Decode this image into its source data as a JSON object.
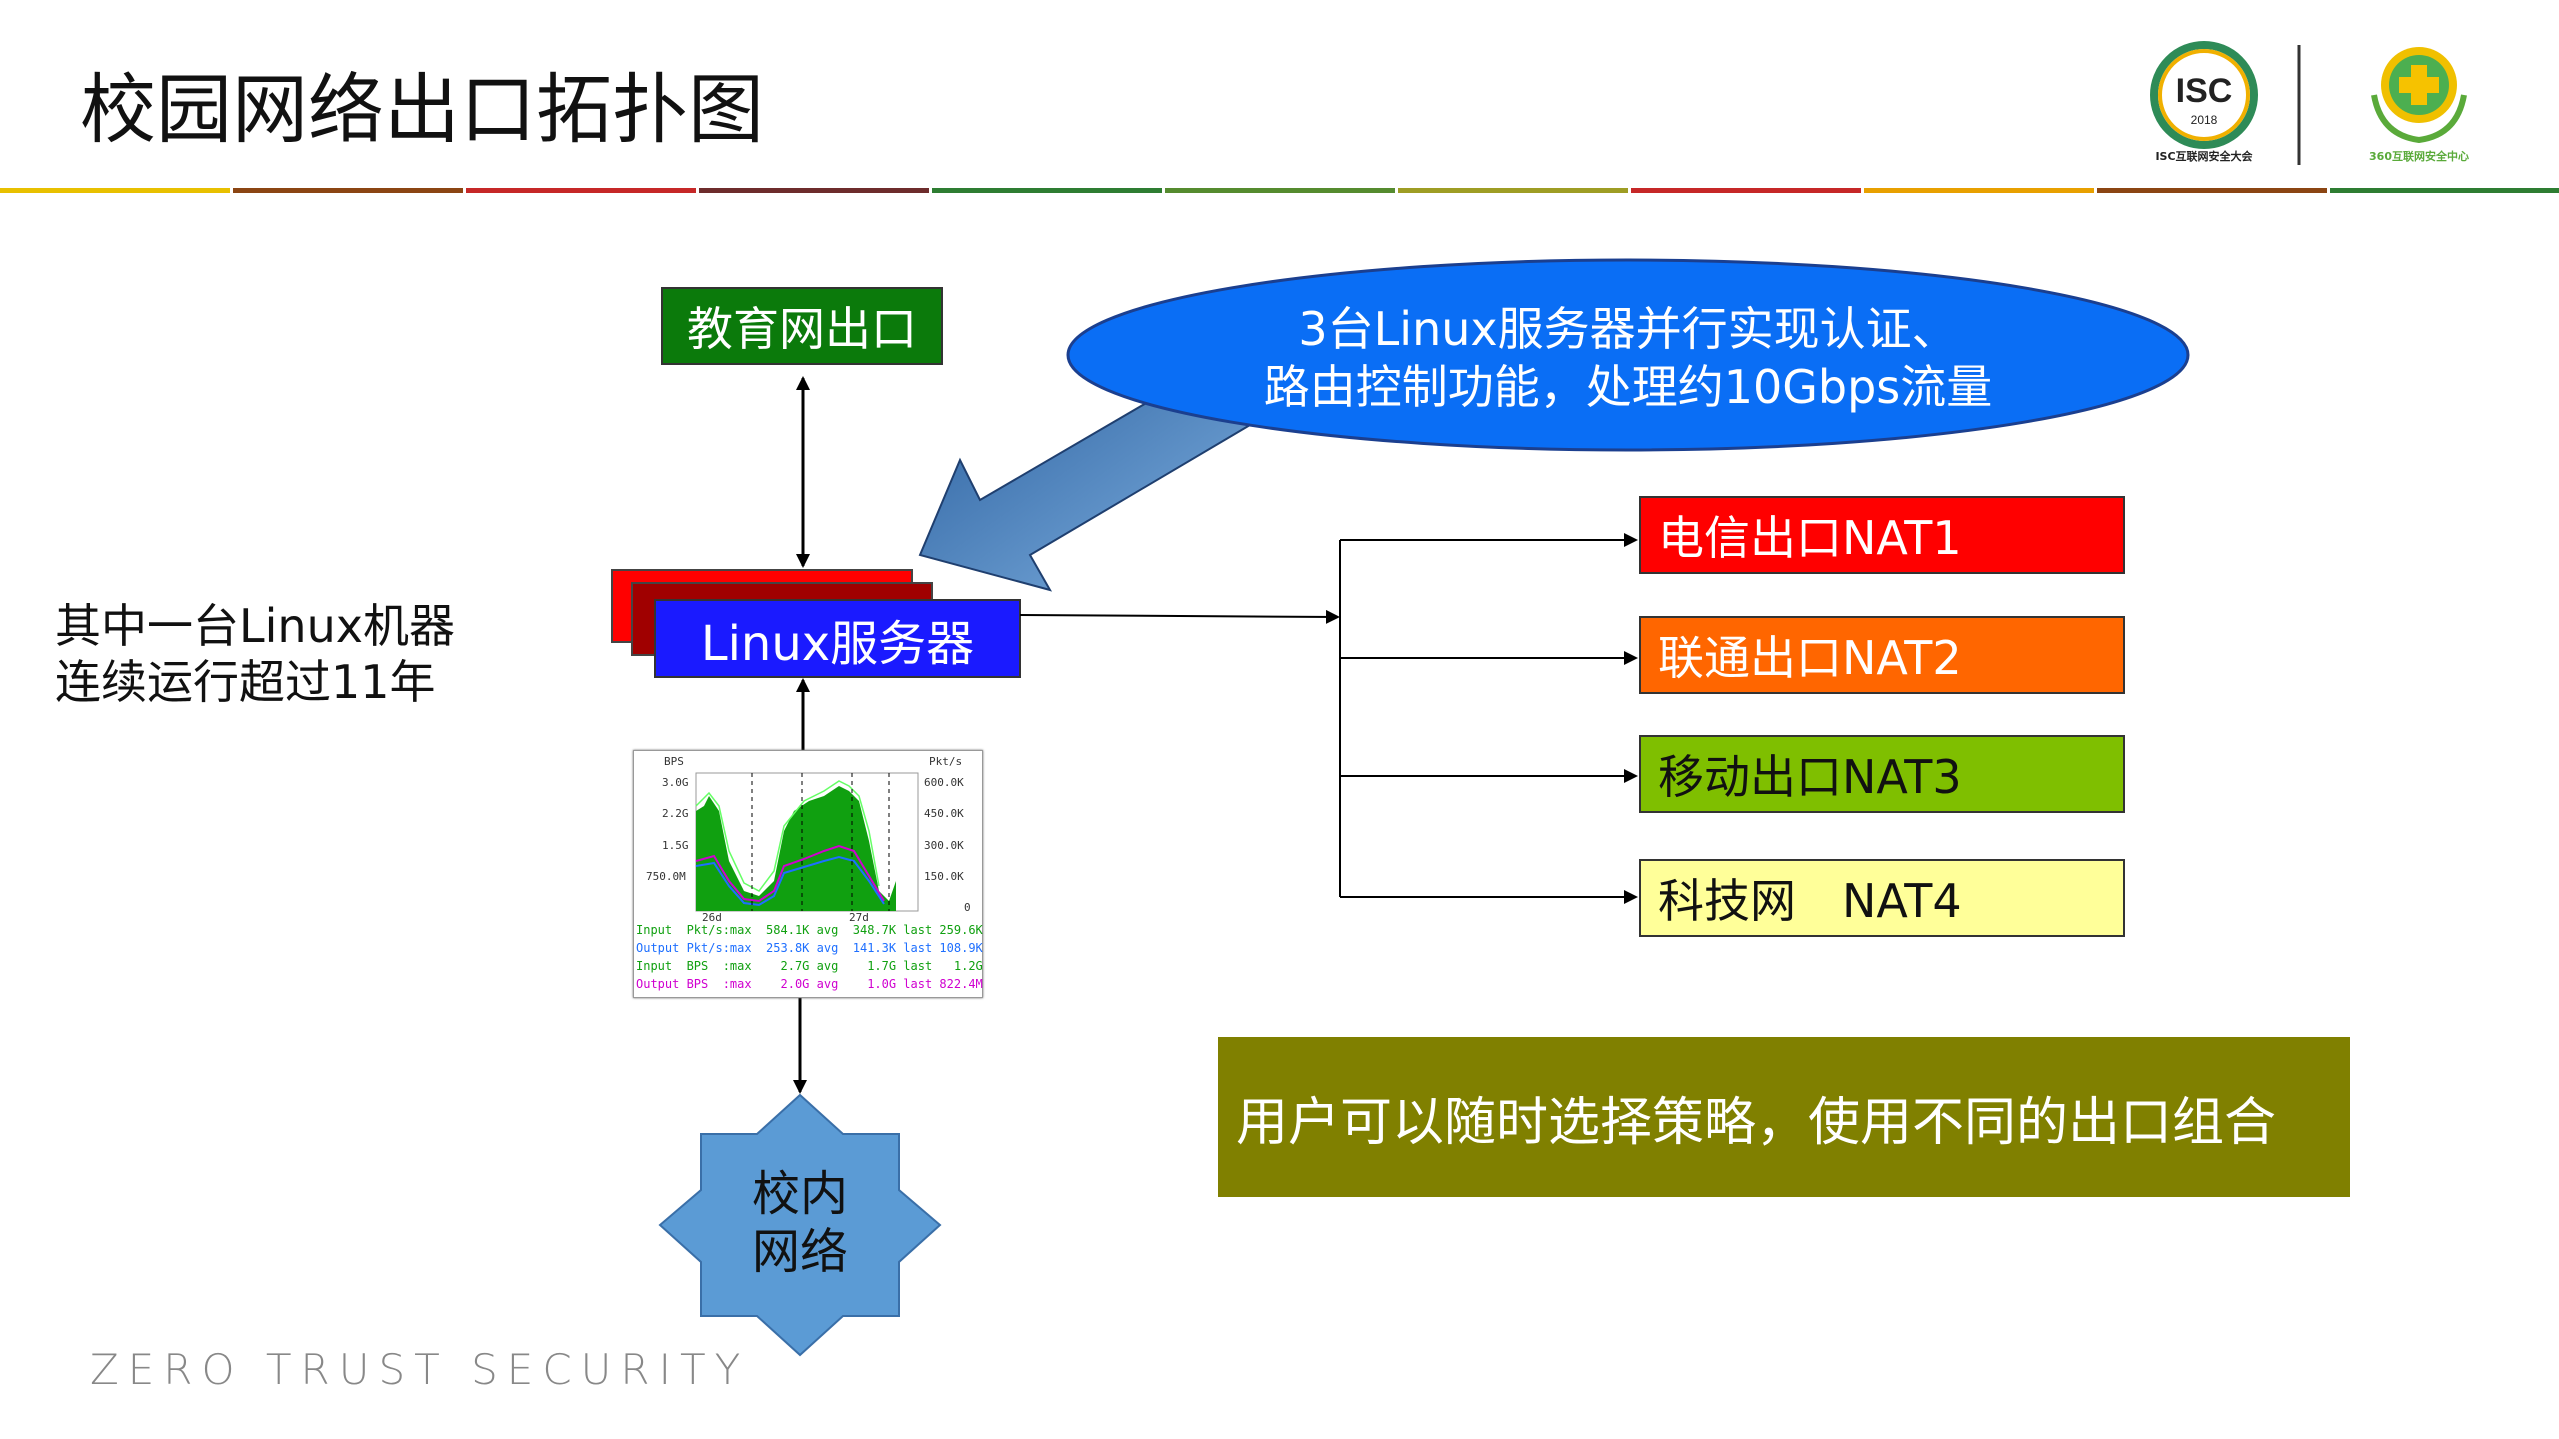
{
  "title": "校园网络出口拓扑图",
  "logos": {
    "isc_text": "ISC",
    "isc_year": "2018",
    "isc_caption": "ISC互联网安全大会",
    "partner_caption": "360互联网安全中心"
  },
  "colors": {
    "edu_exit": "#0b7a0b",
    "linux_server": "#1a1aff",
    "server_back": "#c00000",
    "nat1": "#ff0000",
    "nat2": "#ff6600",
    "nat3": "#7fbf00",
    "nat4": "#ffff99",
    "policy_box": "#808000",
    "ellipse": "#0070ff",
    "campus_star": "#5b9bd5"
  },
  "nodes": {
    "edu_exit": "教育网出口",
    "linux_server": "Linux服务器",
    "campus_network_line1": "校内",
    "campus_network_line2": "网络",
    "nat1": "电信出口NAT1",
    "nat2": "联通出口NAT2",
    "nat3": "移动出口NAT3",
    "nat4": "科技网　NAT4"
  },
  "callout": {
    "line1": "3台Linux服务器并行实现认证、",
    "line2": "路由控制功能，处理约10Gbps流量"
  },
  "side_note": {
    "line1": "其中一台Linux机器",
    "line2": "连续运行超过11年"
  },
  "policy": "用户可以随时选择策略，使用不同的出口组合",
  "footer": "ZERO TRUST SECURITY",
  "traffic_chart": {
    "left_unit": "BPS",
    "right_unit": "Pkt/s",
    "left_ticks": [
      "3.0G",
      "2.2G",
      "1.5G",
      "750.0M"
    ],
    "right_ticks": [
      "600.0K",
      "450.0K",
      "300.0K",
      "150.0K",
      "0"
    ],
    "x_ticks": [
      "26d",
      "27d"
    ],
    "stats": [
      "Input  Pkt/s:max  584.1K avg  348.7K last 259.6K",
      "Output Pkt/s:max  253.8K avg  141.3K last 108.9K",
      "Input  BPS  :max    2.7G avg    1.7G last   1.2G",
      "Output BPS  :max    2.0G avg    1.0G last 822.4M"
    ]
  }
}
